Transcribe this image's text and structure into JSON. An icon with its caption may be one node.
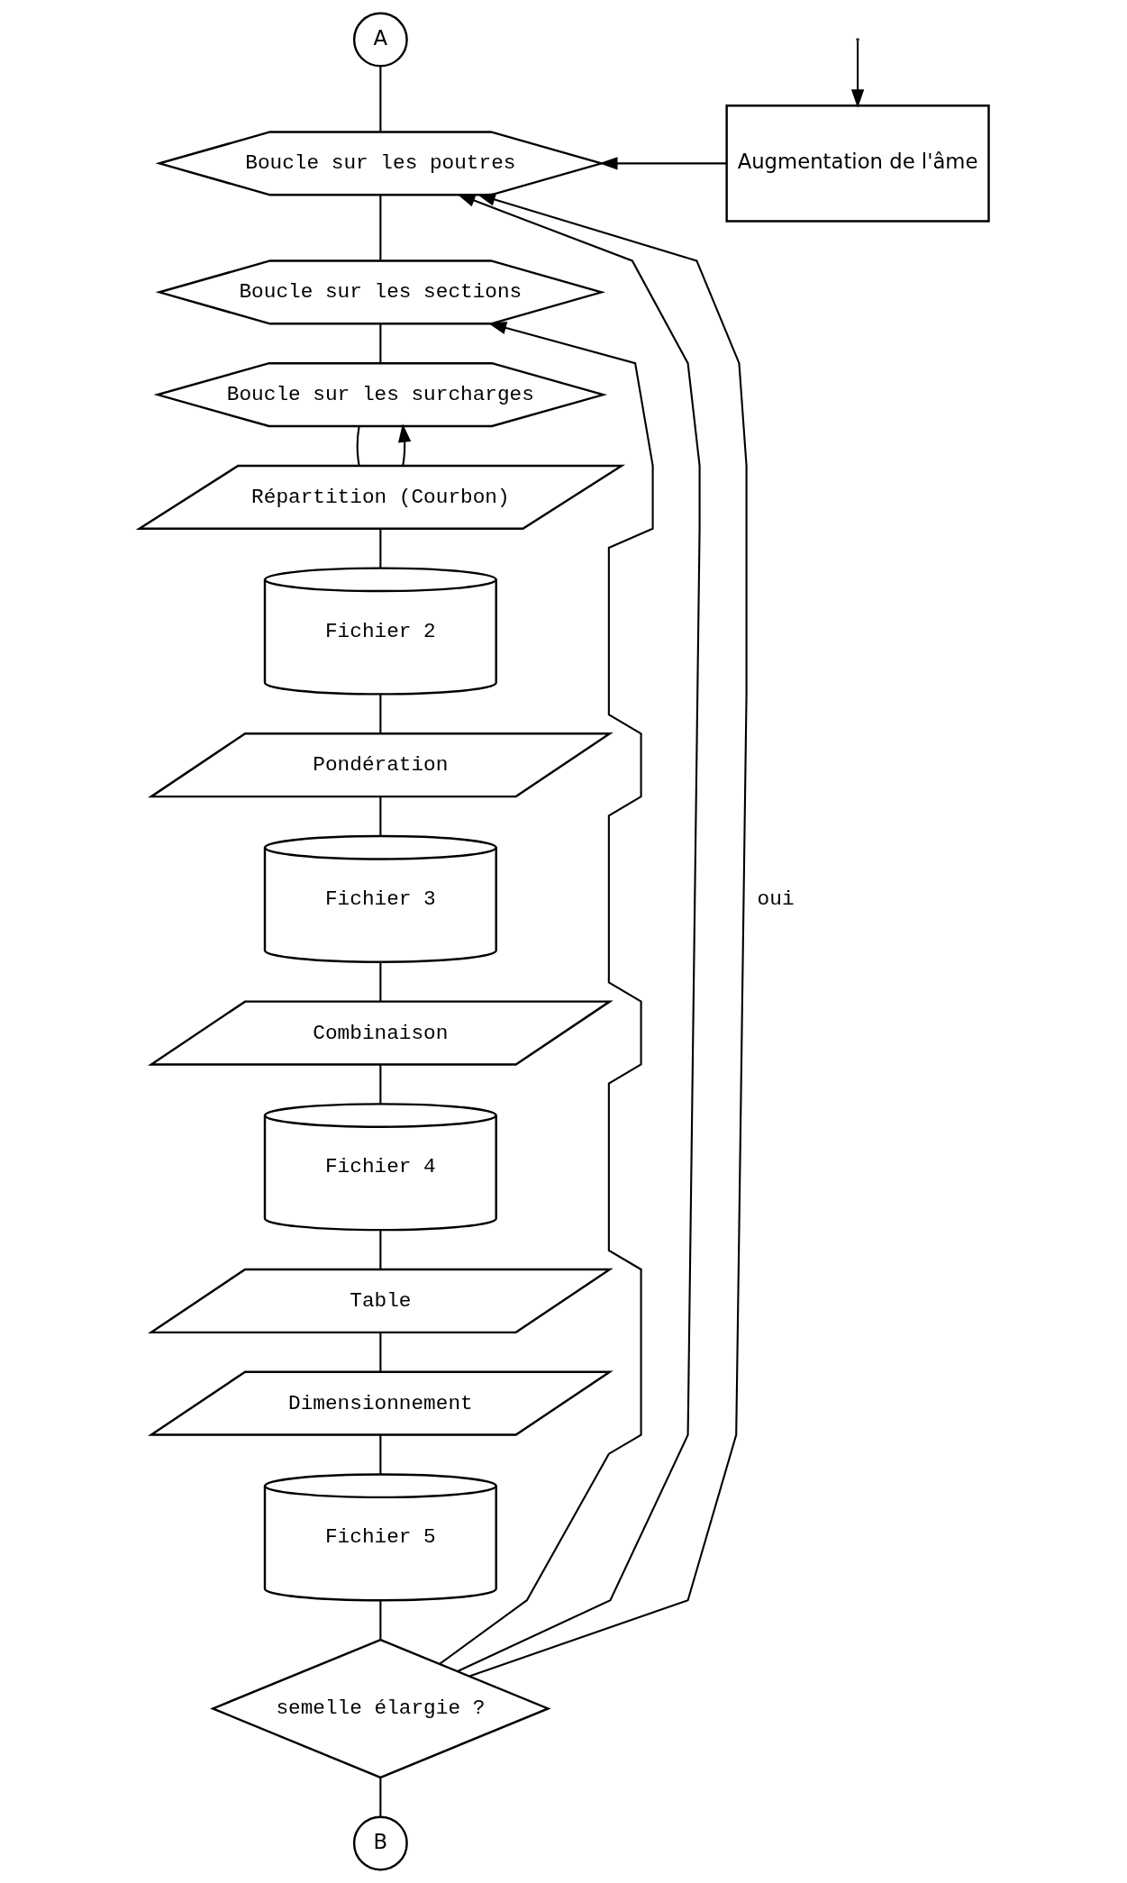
{
  "diagram": {
    "nodes": [
      {
        "text": [
          "A"
        ]
      },
      {
        "text": [
          "Boucle sur les poutres"
        ]
      },
      {
        "text": [
          "Boucle sur les sections"
        ]
      },
      {
        "text": [
          "Boucle sur les surcharges"
        ]
      },
      {
        "text": [
          "Répartition (Courbon)"
        ]
      },
      {
        "text": [
          "Fichier 2"
        ]
      },
      {
        "text": [
          "Pondération"
        ]
      },
      {
        "text": [
          "Fichier 3"
        ]
      },
      {
        "text": [
          "Combinaison"
        ]
      },
      {
        "text": [
          "Fichier 4"
        ]
      },
      {
        "text": [
          "Table"
        ]
      },
      {
        "text": [
          "Dimensionnement"
        ]
      },
      {
        "text": [
          "Fichier 5"
        ]
      },
      {
        "text": [
          "semelle élargie ?"
        ]
      },
      {
        "text": [
          "Augmentation de l'âme"
        ]
      },
      {
        "text": [
          "B"
        ]
      }
    ],
    "edges": [
      {
        "from": 0,
        "to": 1,
        "arrow": "none"
      },
      {
        "from": 1,
        "to": 2,
        "arrow": "none"
      },
      {
        "from": 2,
        "to": 3,
        "arrow": "none"
      },
      {
        "from": 3,
        "to": 4,
        "arrow": "none"
      },
      {
        "from": 4,
        "to": 5,
        "arrow": "none"
      },
      {
        "from": 5,
        "to": 6,
        "arrow": "none"
      },
      {
        "from": 6,
        "to": 7,
        "arrow": "none"
      },
      {
        "from": 7,
        "to": 8,
        "arrow": "none"
      },
      {
        "from": 8,
        "to": 9,
        "arrow": "none"
      },
      {
        "from": 9,
        "to": 10,
        "arrow": "none"
      },
      {
        "from": 10,
        "to": 11,
        "arrow": "none"
      },
      {
        "from": 11,
        "to": 12,
        "arrow": "none"
      },
      {
        "from": 12,
        "to": 13,
        "arrow": "none"
      },
      {
        "from": 13,
        "to": 15,
        "arrow": "none"
      },
      {
        "from": 4,
        "to": 3,
        "arrow": "to"
      },
      {
        "from": 13,
        "to": 2,
        "arrow": "to"
      },
      {
        "from": 13,
        "to": 1,
        "arrow": "to"
      },
      {
        "from": 13,
        "to": 1,
        "arrow": "to",
        "label": "oui"
      },
      {
        "from": null,
        "to": 14,
        "arrow": "to"
      },
      {
        "from": 14,
        "to": 1,
        "arrow": "to"
      }
    ]
  }
}
